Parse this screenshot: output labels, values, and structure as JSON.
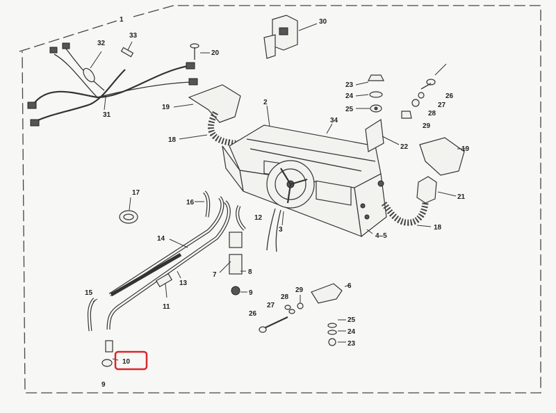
{
  "diagram": {
    "assembly_label": "1",
    "callouts": [
      {
        "id": "c30",
        "text": "30"
      },
      {
        "id": "c32",
        "text": "32"
      },
      {
        "id": "c33",
        "text": "33"
      },
      {
        "id": "c20",
        "text": "20"
      },
      {
        "id": "c31",
        "text": "31"
      },
      {
        "id": "c19a",
        "text": "19"
      },
      {
        "id": "c18a",
        "text": "18"
      },
      {
        "id": "c2",
        "text": "2"
      },
      {
        "id": "c34",
        "text": "34"
      },
      {
        "id": "c23a",
        "text": "23"
      },
      {
        "id": "c24a",
        "text": "24"
      },
      {
        "id": "c25a",
        "text": "25"
      },
      {
        "id": "c26a",
        "text": "26"
      },
      {
        "id": "c27a",
        "text": "27"
      },
      {
        "id": "c28a",
        "text": "28"
      },
      {
        "id": "c29a",
        "text": "29"
      },
      {
        "id": "c22",
        "text": "22"
      },
      {
        "id": "c19b",
        "text": "19"
      },
      {
        "id": "c21",
        "text": "21"
      },
      {
        "id": "c18b",
        "text": "18"
      },
      {
        "id": "c17",
        "text": "17"
      },
      {
        "id": "c16",
        "text": "16"
      },
      {
        "id": "c12",
        "text": "12"
      },
      {
        "id": "c3",
        "text": "3"
      },
      {
        "id": "c45",
        "text": "4–5"
      },
      {
        "id": "c14",
        "text": "14"
      },
      {
        "id": "c7",
        "text": "7"
      },
      {
        "id": "c8",
        "text": "8"
      },
      {
        "id": "c13",
        "text": "13"
      },
      {
        "id": "c9a",
        "text": "9"
      },
      {
        "id": "c29b",
        "text": "29"
      },
      {
        "id": "c28b",
        "text": "28"
      },
      {
        "id": "c27b",
        "text": "27"
      },
      {
        "id": "c26b",
        "text": "26"
      },
      {
        "id": "c6",
        "text": "6"
      },
      {
        "id": "c15",
        "text": "15"
      },
      {
        "id": "c11",
        "text": "11"
      },
      {
        "id": "c25b",
        "text": "25"
      },
      {
        "id": "c24b",
        "text": "24"
      },
      {
        "id": "c23b",
        "text": "23"
      },
      {
        "id": "c10",
        "text": "10"
      },
      {
        "id": "c9b",
        "text": "9"
      }
    ],
    "highlight": {
      "target": "10",
      "color": "#d9262c"
    }
  }
}
